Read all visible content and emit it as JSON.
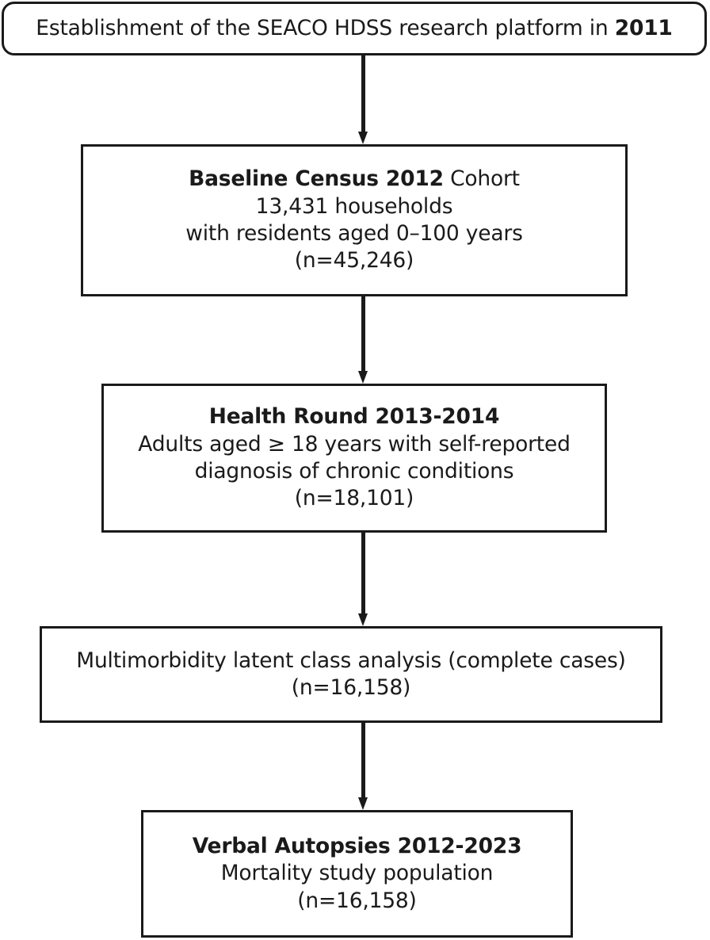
{
  "diagram": {
    "title": "SEACO HDSS study population flow diagram",
    "type": "flowchart",
    "orientation": "vertical-top-down",
    "colors": {
      "stroke": "#1a1a1a",
      "fill": "#ffffff",
      "text": "#1a1a1a"
    },
    "nodes": [
      {
        "id": "establishment",
        "shape": "rounded-rectangle",
        "lines": [
          {
            "prefix": "Establishment of the SEACO HDSS research platform in ",
            "emphasis": "2011"
          }
        ]
      },
      {
        "id": "baseline-census",
        "shape": "rectangle",
        "lines": [
          {
            "bold": "Baseline Census 2012",
            "normal": " Cohort"
          },
          {
            "text": "13,431 households"
          },
          {
            "text": "with residents aged 0–100 years"
          },
          {
            "text": "(n=45,246)"
          }
        ]
      },
      {
        "id": "health-round",
        "shape": "rectangle",
        "lines": [
          {
            "text": "Health Round 2013-2014",
            "bold_line": true
          },
          {
            "text": "Adults aged ≥ 18 years with self-reported"
          },
          {
            "text": "diagnosis of chronic conditions"
          },
          {
            "text": "(n=18,101)"
          }
        ]
      },
      {
        "id": "latent-class-analysis",
        "shape": "rectangle",
        "lines": [
          {
            "text": "Multimorbidity latent class analysis (complete cases)"
          },
          {
            "text": "(n=16,158)"
          }
        ]
      },
      {
        "id": "verbal-autopsies",
        "shape": "rectangle",
        "lines": [
          {
            "text": "Verbal Autopsies 2012-2023",
            "bold_line": true
          },
          {
            "text": "Mortality study population"
          },
          {
            "text": "(n=16,158)"
          }
        ]
      }
    ],
    "edges": [
      {
        "from": "establishment",
        "to": "baseline-census",
        "style": "solid-arrow-down"
      },
      {
        "from": "baseline-census",
        "to": "health-round",
        "style": "solid-arrow-down"
      },
      {
        "from": "health-round",
        "to": "latent-class-analysis",
        "style": "solid-arrow-down"
      },
      {
        "from": "latent-class-analysis",
        "to": "verbal-autopsies",
        "style": "solid-arrow-down"
      }
    ]
  },
  "text": {
    "establishment": {
      "line1_prefix": "Establishment of the SEACO HDSS research platform in ",
      "line1_year": "2011"
    },
    "baseline": {
      "line1_bold": "Baseline Census 2012",
      "line1_rest": " Cohort",
      "line2": "13,431 households",
      "line3": "with residents aged 0–100 years",
      "line4": "(n=45,246)"
    },
    "health_round": {
      "line1": "Health Round 2013-2014",
      "line2": "Adults aged ≥ 18 years with self-reported",
      "line3": "diagnosis of chronic conditions",
      "line4": "(n=18,101)"
    },
    "lca": {
      "line1": "Multimorbidity latent class analysis (complete cases)",
      "line2": "(n=16,158)"
    },
    "verbal_autopsies": {
      "line1": "Verbal Autopsies 2012-2023",
      "line2": "Mortality study population",
      "line3": "(n=16,158)"
    }
  }
}
